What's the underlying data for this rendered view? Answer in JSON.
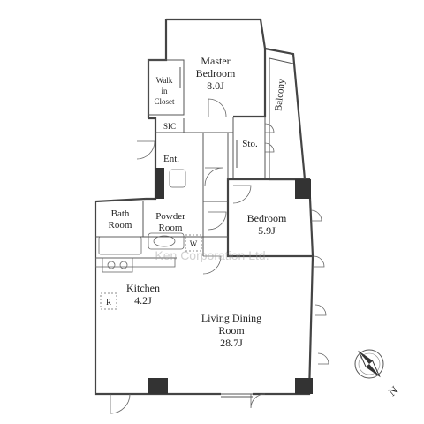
{
  "plan": {
    "rooms": {
      "master_bedroom": {
        "name": "Master Bedroom",
        "name_line1": "Master",
        "name_line2": "Bedroom",
        "size": "8.0J"
      },
      "walk_in_closet": {
        "line1": "Walk",
        "line2": "in",
        "line3": "Closet"
      },
      "balcony": {
        "name": "Balcony"
      },
      "sic": {
        "name": "SIC"
      },
      "storage": {
        "name": "Sto."
      },
      "entrance": {
        "name": "Ent."
      },
      "bedroom": {
        "name": "Bedroom",
        "size": "5.9J"
      },
      "bath_room": {
        "line1": "Bath",
        "line2": "Room"
      },
      "powder_room": {
        "line1": "Powder",
        "line2": "Room"
      },
      "washer": {
        "name": "W"
      },
      "kitchen": {
        "name": "Kitchen",
        "size": "4.2J"
      },
      "refrigerator": {
        "name": "R"
      },
      "living_dining": {
        "line1": "Living Dining",
        "line2": "Room",
        "size": "28.7J"
      }
    },
    "watermark": "Ken Corporation Ltd.",
    "compass": {
      "label": "N",
      "icon": "compass-icon"
    },
    "colors": {
      "wall": "#444444",
      "column": "#333333",
      "text": "#222222",
      "background": "#ffffff"
    }
  }
}
